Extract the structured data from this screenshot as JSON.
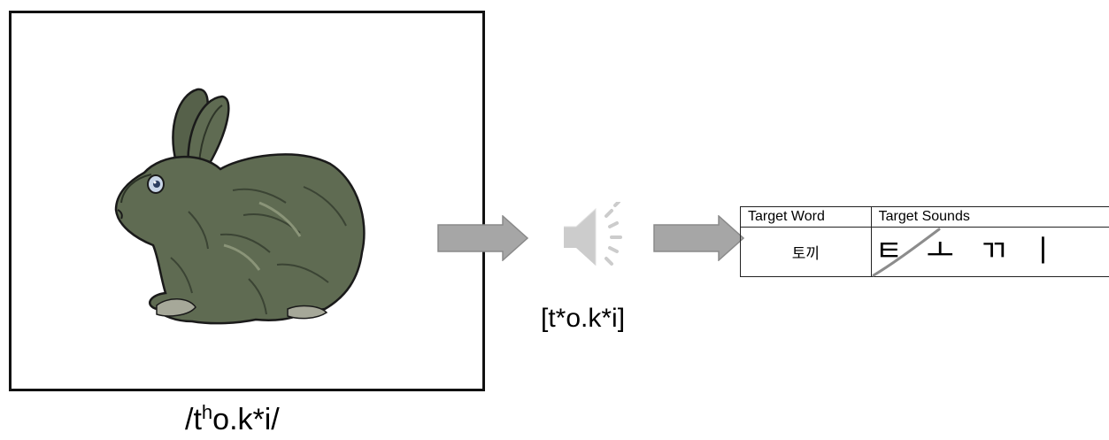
{
  "phonemic_transcription": {
    "base": "/t",
    "aspiration": "h",
    "rest": "o.k*i/"
  },
  "phonetic_transcription": "[t*o.k*i]",
  "table": {
    "headers": [
      "Target Word",
      "Target Sounds"
    ],
    "target_word": "토끼",
    "target_sounds": [
      "ㅌ",
      "ㅗ",
      "ㄲ",
      "ㅣ"
    ]
  },
  "icons": [
    "rabbit-illustration",
    "right-arrow-icon",
    "speaker-icon"
  ],
  "colors": {
    "rabbit_fur": "#5f6b52",
    "arrow_fill": "#a6a6a6",
    "speaker_fill": "#cccccc",
    "strike": "#8c8c8c"
  }
}
